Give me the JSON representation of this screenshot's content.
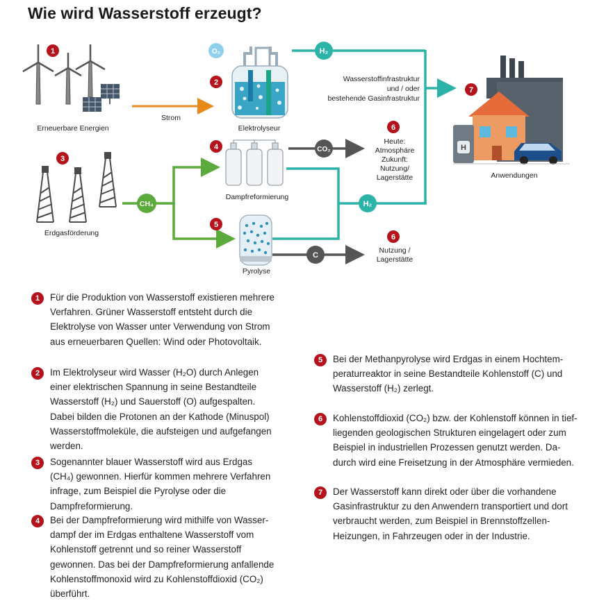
{
  "title": "Wie wird Wasserstoff erzeugt?",
  "colors": {
    "badge": "#b5121b",
    "orange": "#e8891c",
    "green": "#5aaa3c",
    "teal": "#2bb3a8",
    "gray": "#555555"
  },
  "diagram": {
    "badges": [
      "1",
      "2",
      "3",
      "4",
      "5",
      "6",
      "6",
      "7"
    ],
    "labels": {
      "renewables": "Erneuerbare Energien",
      "power": "Strom",
      "electrolyzer": "Elektrolyseur",
      "gas_extraction": "Erdgasförderung",
      "steam_reforming": "Dampfreformierung",
      "pyrolysis": "Pyrolyse",
      "applications": "Anwendungen",
      "infrastructure": [
        "Wasserstoffinfrastruktur",
        "und / oder",
        "bestehende Gasinfrastruktur"
      ],
      "co2_fate": [
        "Heute:",
        "Atmosphäre",
        "Zukunft:",
        "Nutzung/",
        "Lagerstätte"
      ],
      "carbon_fate": [
        "Nutzung /",
        "Lagerstätte"
      ]
    },
    "bubbles": {
      "o2": "O₂",
      "h2_top": "H₂",
      "h2_mid": "H₂",
      "ch4": "CH₄",
      "co2": "CO₂",
      "c": "C"
    }
  },
  "paragraphs": [
    {
      "number": "1",
      "text": "Für die Produktion von Wasserstoff existieren mehrere Verfahren. Grüner Wasserstoff entsteht durch die Elek­trolyse von Wasser unter Verwendung von Strom aus erneuerbaren Quellen: Wind oder Photovoltaik."
    },
    {
      "number": "2",
      "text": "Im Elektrolyseur wird Wasser (H₂O) durch Anlegen einer elektrischen Spannung in seine Bestandteile Wasser­stoff (H₂) und Sauerstoff (O) aufgespalten. Dabei bilden die Protonen an der Kathode (Minuspol) Wasserstoffmo­leküle, die aufsteigen und aufgefangen werden."
    },
    {
      "number": "3",
      "text": "Sogenannter blauer Wasserstoff wird aus Erdgas (CH₄) gewonnen. Hierfür kommen mehrere Verfahren infrage, zum Beispiel die Pyrolyse oder die Dampfreformierung."
    },
    {
      "number": "4",
      "text": "Bei der Dampfreformierung wird mithilfe von Wasser­dampf der im Erdgas enthaltene Wasserstoff vom Kohlen­stoff getrennt und so reiner Wasserstoff gewonnen. Das bei der Dampfreformierung anfallende Kohlenstoff­monoxid wird zu Kohlenstoffdioxid (CO₂) überführt."
    },
    {
      "number": "5",
      "text": "Bei der Methanpyrolyse wird Erdgas in einem Hochtem­peraturreaktor in seine Bestandteile Kohlenstoff (C) und Wasserstoff (H₂) zerlegt."
    },
    {
      "number": "6",
      "text": "Kohlenstoffdioxid (CO₂) bzw. der Kohlenstoff können in tief­liegenden geologischen Strukturen eingelagert oder zum Beispiel in industriellen Prozessen genutzt werden. Da­durch wird eine Freisetzung in der Atmosphäre vermieden."
    },
    {
      "number": "7",
      "text": "Der Wasserstoff kann direkt oder über die vorhandene Gasinfrastruktur zu den Anwendern transportiert und dort verbraucht werden, zum Beispiel in Brennstoffzellen-Heizungen, in Fahrzeugen oder in der Industrie."
    }
  ]
}
